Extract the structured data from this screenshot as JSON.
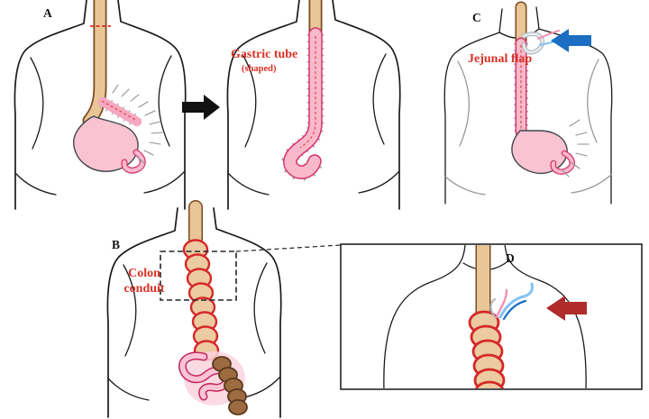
{
  "figure": {
    "panels": {
      "a": {
        "label": "A"
      },
      "b": {
        "label": "B"
      },
      "c": {
        "label": "C"
      },
      "d": {
        "label": "D"
      }
    },
    "annotations": {
      "gastric_tube": "Gastric tube",
      "gastric_tube_sub": "(shaped)",
      "jejunal_flap": "Jejunal flap",
      "colon_conduit_line1": "Colon",
      "colon_conduit_line2": "conduit"
    },
    "colors": {
      "annotation_red": "#d93025",
      "arrow_black": "#121212",
      "arrow_blue": "#1b6ec2",
      "arrow_red": "#b02b2b",
      "esophagus_fill": "#e9c696",
      "esophagus_outline": "#7a4a1f",
      "gastric_pink": "#f9b9cb",
      "gastric_outline": "#d6336c",
      "colon_fill": "#eccaa2",
      "colon_outline": "#d62828",
      "bowel_brown": "#9c6b3f",
      "outline_black": "#1a1a1a"
    }
  }
}
